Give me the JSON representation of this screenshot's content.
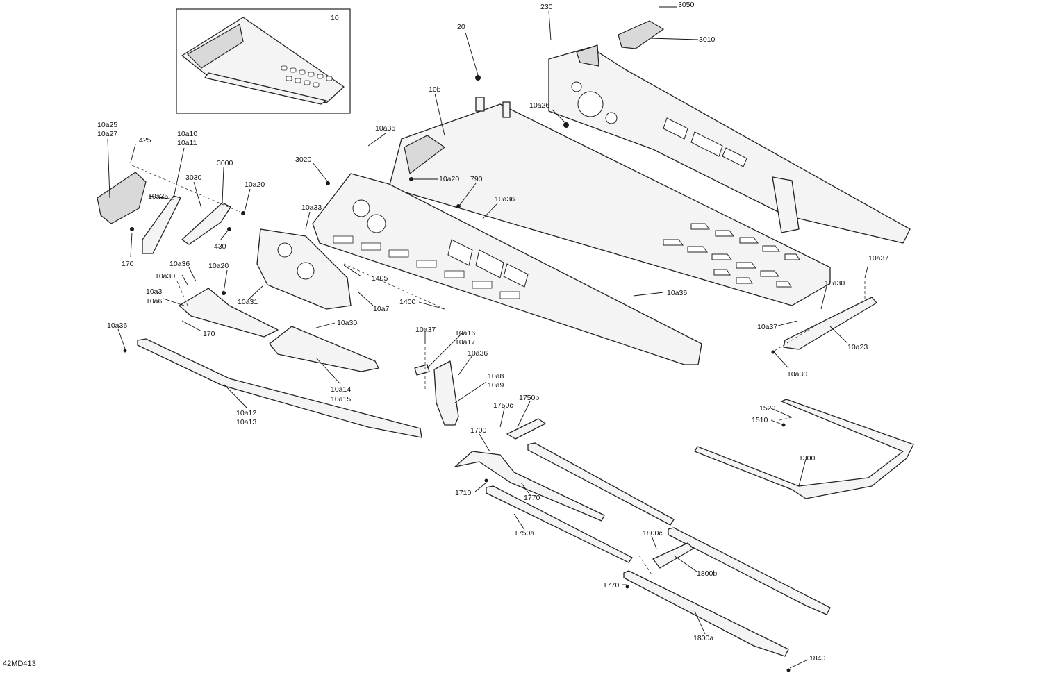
{
  "diagram_code": "42MD413",
  "labels": {
    "l10": "10",
    "l20": "20",
    "l230": "230",
    "l3050": "3050",
    "l3010": "3010",
    "l10b": "10b",
    "l10a26": "10a26",
    "l10a36_top": "10a36",
    "l10a25": "10a25",
    "l10a27": "10a27",
    "l425": "425",
    "l10a10": "10a10",
    "l10a11": "10a11",
    "l3000": "3000",
    "l3030": "3030",
    "l3020": "3020",
    "l10a20_top": "10a20",
    "l790": "790",
    "l10a20_mid": "10a20",
    "l10a35": "10a35",
    "l10a33": "10a33",
    "l10a36_mid": "10a36",
    "l430": "430",
    "l170_left": "170",
    "l10a36_l": "10a36",
    "l10a20_l": "10a20",
    "l10a30_l": "10a30",
    "l1405": "1405",
    "l10a3": "10a3",
    "l10a6": "10a6",
    "l10a31": "10a31",
    "l10a7": "10a7",
    "l1400": "1400",
    "l10a36_r": "10a36",
    "l10a37_r": "10a37",
    "l10a30_r": "10a30",
    "l10a37_r2": "10a37",
    "l10a23": "10a23",
    "l10a30_r2": "10a30",
    "l10a36_far": "10a36",
    "l170_mid": "170",
    "l10a30_mid": "10a30",
    "l10a37_c": "10a37",
    "l10a16": "10a16",
    "l10a17": "10a17",
    "l10a36_c": "10a36",
    "l10a14": "10a14",
    "l10a15": "10a15",
    "l10a8": "10a8",
    "l10a9": "10a9",
    "l10a12": "10a12",
    "l10a13": "10a13",
    "l1750c": "1750c",
    "l1750b": "1750b",
    "l1700": "1700",
    "l1520": "1520",
    "l1510": "1510",
    "l1300": "1300",
    "l1710": "1710",
    "l1770_a": "1770",
    "l1750a": "1750a",
    "l1800c": "1800c",
    "l1800b": "1800b",
    "l1770_b": "1770",
    "l1800a": "1800a",
    "l1840": "1840"
  }
}
